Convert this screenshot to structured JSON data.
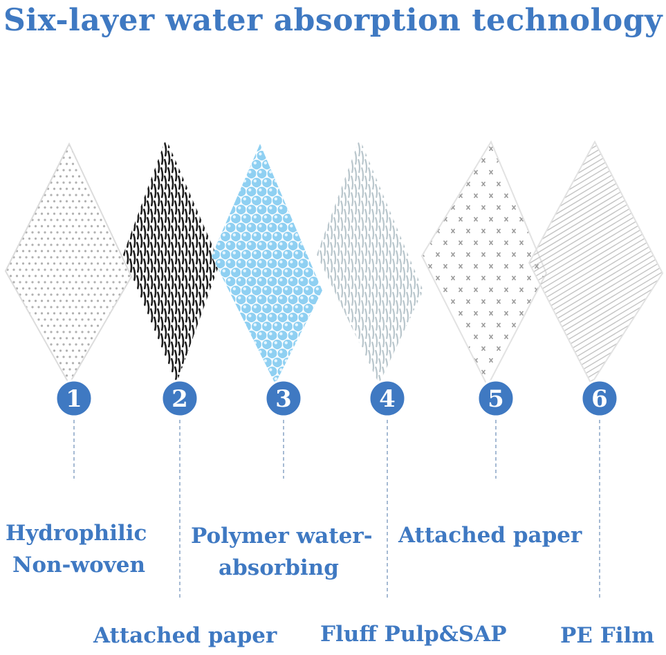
{
  "title": "Six-layer water absorption technology",
  "colors": {
    "text": "#3f79c2",
    "badge": "#3f79c2",
    "polymer": "#8fd0f2",
    "fiber_dark": "#1e1e1e",
    "fiber_light": "#b9c6cc",
    "dots": "#b0b0b0"
  },
  "layers": [
    {
      "number": "1",
      "label_lines": [
        "Hydrophilic",
        "Non-woven"
      ],
      "texture": "fine-dots"
    },
    {
      "number": "2",
      "label_lines": [
        "Attached paper"
      ],
      "texture": "dark-fibers"
    },
    {
      "number": "3",
      "label_lines": [
        "Polymer water-",
        "absorbing"
      ],
      "texture": "blue-beads"
    },
    {
      "number": "4",
      "label_lines": [
        "Fluff Pulp&SAP"
      ],
      "texture": "light-fibers"
    },
    {
      "number": "5",
      "label_lines": [
        "Attached paper"
      ],
      "texture": "x-marks"
    },
    {
      "number": "6",
      "label_lines": [
        "PE Film"
      ],
      "texture": "diagonal-lines"
    }
  ]
}
